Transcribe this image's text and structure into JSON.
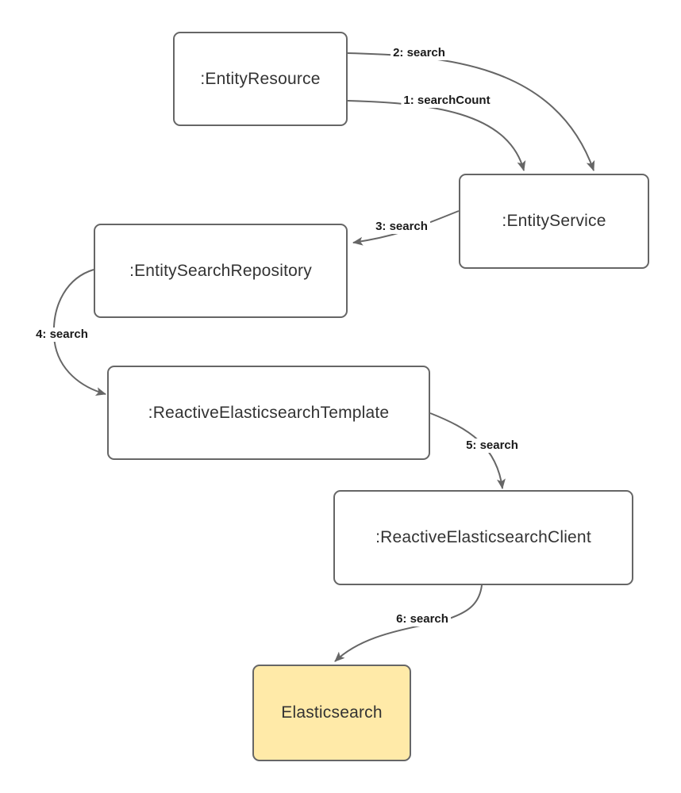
{
  "diagram": {
    "type": "call-flow-diagram",
    "background": "#ffffff",
    "colors": {
      "node_border": "#666666",
      "node_fill": "#ffffff",
      "elasticsearch_fill": "#ffeaa8",
      "node_text": "#333333",
      "edge_line": "#666666",
      "edge_label_text": "#1a1a1a"
    },
    "nodes": [
      {
        "id": "entity-resource",
        "label": ":EntityResource"
      },
      {
        "id": "entity-service",
        "label": ":EntityService"
      },
      {
        "id": "entity-search-repository",
        "label": ":EntitySearchRepository"
      },
      {
        "id": "reactive-elasticsearch-template",
        "label": ":ReactiveElasticsearchTemplate"
      },
      {
        "id": "reactive-elasticsearch-client",
        "label": ":ReactiveElasticsearchClient"
      },
      {
        "id": "elasticsearch",
        "label": "Elasticsearch"
      }
    ],
    "edges": [
      {
        "id": "1",
        "label": "1: searchCount",
        "from": "entity-resource",
        "to": "entity-service"
      },
      {
        "id": "2",
        "label": "2: search",
        "from": "entity-resource",
        "to": "entity-service"
      },
      {
        "id": "3",
        "label": "3: search",
        "from": "entity-service",
        "to": "entity-search-repository"
      },
      {
        "id": "4",
        "label": "4: search",
        "from": "entity-search-repository",
        "to": "reactive-elasticsearch-template"
      },
      {
        "id": "5",
        "label": "5: search",
        "from": "reactive-elasticsearch-template",
        "to": "reactive-elasticsearch-client"
      },
      {
        "id": "6",
        "label": "6: search",
        "from": "reactive-elasticsearch-client",
        "to": "elasticsearch"
      }
    ]
  }
}
